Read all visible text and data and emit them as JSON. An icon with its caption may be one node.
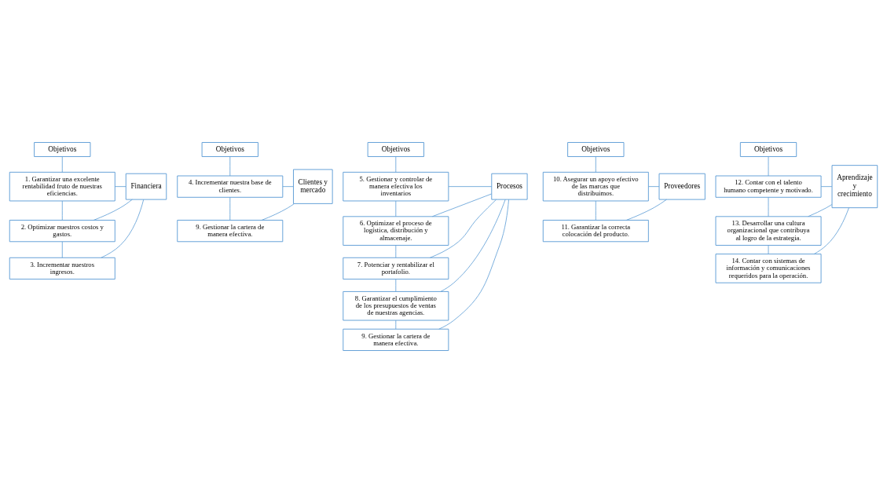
{
  "diagram": {
    "nodes": [
      {
        "text": [
          "Objetivos"
        ]
      },
      {
        "text": [
          "Financiera"
        ]
      },
      {
        "text": [
          "1. Garantizar una excelente rentabilidad fruto de nuestras eficiencias."
        ]
      },
      {
        "text": [
          "2. Optimizar nuestros costos y gastos."
        ]
      },
      {
        "text": [
          "3. Incrementar nuestros ingresos."
        ]
      },
      {
        "text": [
          "Objetivos"
        ]
      },
      {
        "text": [
          "Clientes y mercado"
        ]
      },
      {
        "text": [
          "4. Incrementar nuestra base de clientes."
        ]
      },
      {
        "text": [
          "9. Gestionar la cartera de manera efectiva."
        ]
      },
      {
        "text": [
          "Objetivos"
        ]
      },
      {
        "text": [
          "Procesos"
        ]
      },
      {
        "text": [
          "5. Gestionar y controlar de manera efectiva los inventarios"
        ]
      },
      {
        "text": [
          "6. Optimizar el proceso de logística, distribución y almacenaje."
        ]
      },
      {
        "text": [
          "7. Potenciar y rentabilizar el portafolio."
        ]
      },
      {
        "text": [
          "8. Garantizar el cumplimiento de los presupuestos de ventas de nuestras agencias."
        ]
      },
      {
        "text": [
          "9. Gestionar la cartera de manera efectiva."
        ]
      },
      {
        "text": [
          "Objetivos"
        ]
      },
      {
        "text": [
          "Proveedores"
        ]
      },
      {
        "text": [
          "10. Asegurar un apoyo efectivo de las marcas que distribuimos."
        ]
      },
      {
        "text": [
          "11. Garantizar la correcta colocación del producto."
        ]
      },
      {
        "text": [
          "Objetivos"
        ]
      },
      {
        "text": [
          "Aprendizaje y crecimiento"
        ]
      },
      {
        "text": [
          "12. Contar con el talento humano competente y motivado."
        ]
      },
      {
        "text": [
          "13. Desarrollar una cultura organizacional que contribuya al logro de la estrategia."
        ]
      },
      {
        "text": [
          "14. Contar con sistemas de información y comunicaciones requeridos para la operación."
        ]
      }
    ],
    "edges": [
      {
        "from": 0,
        "to": 2,
        "arrow": "none"
      },
      {
        "from": 2,
        "to": 3,
        "arrow": "none"
      },
      {
        "from": 3,
        "to": 4,
        "arrow": "none"
      },
      {
        "from": 1,
        "to": 2,
        "arrow": "none"
      },
      {
        "from": 1,
        "to": 3,
        "arrow": "none"
      },
      {
        "from": 1,
        "to": 4,
        "arrow": "none"
      },
      {
        "from": 5,
        "to": 7,
        "arrow": "none"
      },
      {
        "from": 7,
        "to": 8,
        "arrow": "none"
      },
      {
        "from": 6,
        "to": 7,
        "arrow": "none"
      },
      {
        "from": 6,
        "to": 8,
        "arrow": "none"
      },
      {
        "from": 9,
        "to": 11,
        "arrow": "none"
      },
      {
        "from": 11,
        "to": 12,
        "arrow": "none"
      },
      {
        "from": 12,
        "to": 13,
        "arrow": "none"
      },
      {
        "from": 13,
        "to": 14,
        "arrow": "none"
      },
      {
        "from": 14,
        "to": 15,
        "arrow": "none"
      },
      {
        "from": 10,
        "to": 11,
        "arrow": "none"
      },
      {
        "from": 10,
        "to": 12,
        "arrow": "none"
      },
      {
        "from": 10,
        "to": 13,
        "arrow": "none"
      },
      {
        "from": 10,
        "to": 14,
        "arrow": "none"
      },
      {
        "from": 10,
        "to": 15,
        "arrow": "none"
      },
      {
        "from": 16,
        "to": 18,
        "arrow": "none"
      },
      {
        "from": 18,
        "to": 19,
        "arrow": "none"
      },
      {
        "from": 17,
        "to": 18,
        "arrow": "none"
      },
      {
        "from": 17,
        "to": 19,
        "arrow": "none"
      },
      {
        "from": 20,
        "to": 22,
        "arrow": "none"
      },
      {
        "from": 22,
        "to": 23,
        "arrow": "none"
      },
      {
        "from": 23,
        "to": 24,
        "arrow": "none"
      },
      {
        "from": 21,
        "to": 22,
        "arrow": "none"
      },
      {
        "from": 21,
        "to": 23,
        "arrow": "none"
      },
      {
        "from": 21,
        "to": 24,
        "arrow": "none"
      }
    ]
  }
}
